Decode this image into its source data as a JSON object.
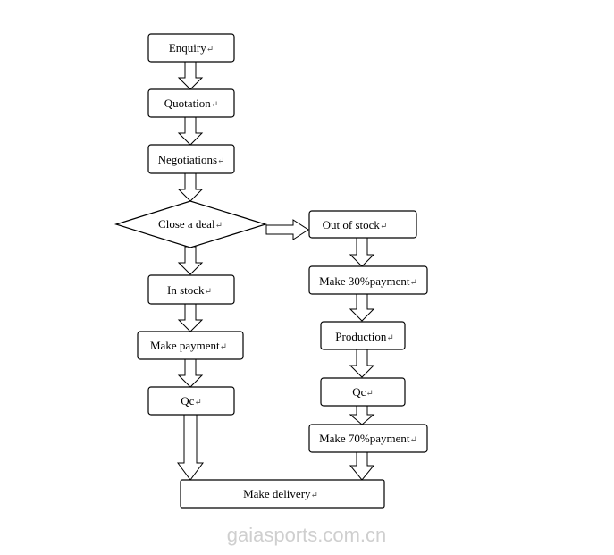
{
  "nodes": {
    "enquiry": "Enquiry",
    "quotation": "Quotation",
    "negotiations": "Negotiations",
    "close_deal": "Close a deal",
    "out_of_stock": "Out of stock",
    "in_stock": "In stock",
    "make_30_payment": "Make 30%payment",
    "make_payment": "Make payment",
    "production": "Production",
    "qc_left": "Qc",
    "qc_right": "Qc",
    "make_70_payment": "Make 70%payment",
    "make_delivery": "Make delivery"
  },
  "paragraph_mark": "↵",
  "watermark": "gaiasports.com.cn"
}
